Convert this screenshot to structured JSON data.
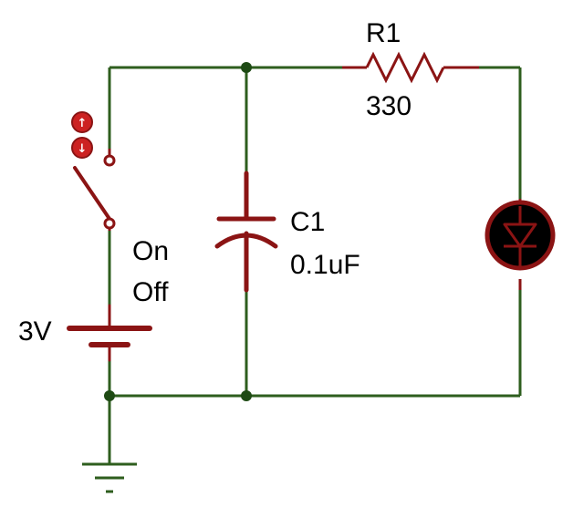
{
  "colors": {
    "wire": "#2e5e1e",
    "component": "#8b1414",
    "junction": "#1e4a14",
    "led_body": "#000000",
    "text": "#000000"
  },
  "components": {
    "resistor": {
      "ref": "R1",
      "value": "330"
    },
    "capacitor": {
      "ref": "C1",
      "value": "0.1uF"
    },
    "battery": {
      "value": "3V"
    },
    "switch": {
      "on_label": "On",
      "off_label": "Off",
      "up_arrow": "↑",
      "down_arrow": "↓"
    },
    "led": {
      "icon": "led-icon"
    },
    "ground": {
      "icon": "ground-icon"
    }
  }
}
